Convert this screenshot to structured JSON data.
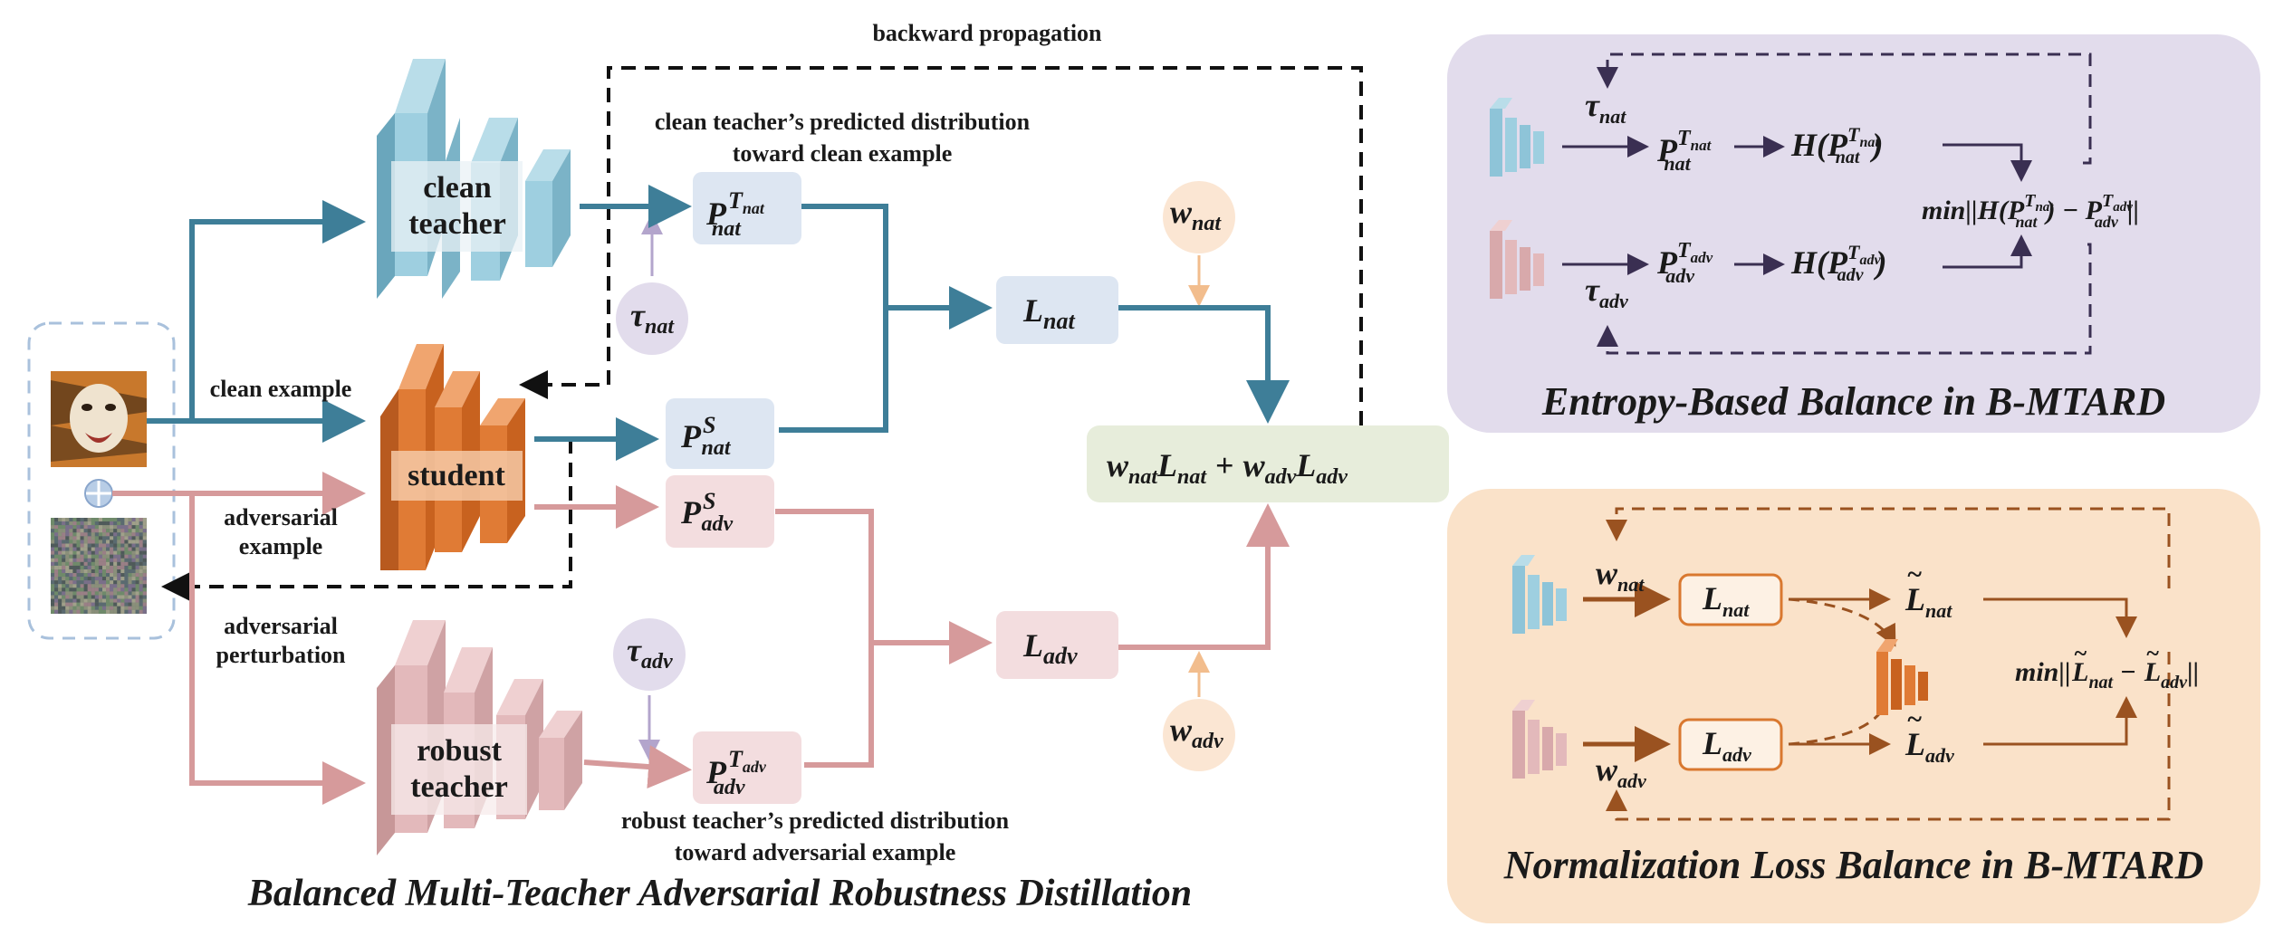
{
  "main": {
    "title": "Balanced Multi-Teacher Adversarial Robustness Distillation",
    "backward_label": "backward propagation",
    "clean_teacher_line1": "clean",
    "clean_teacher_line2": "teacher",
    "student_label": "student",
    "robust_teacher_line1": "robust",
    "robust_teacher_line2": "teacher",
    "clean_example_label": "clean example",
    "adversarial_example_line1": "adversarial",
    "adversarial_example_line2": "example",
    "adversarial_perturbation_line1": "adversarial",
    "adversarial_perturbation_line2": "perturbation",
    "clean_dist_line1": "clean teacher’s predicted distribution",
    "clean_dist_line2": "toward clean example",
    "robust_dist_line1": "robust teacher’s predicted distribution",
    "robust_dist_line2": "toward adversarial example",
    "plus_symbol": "+",
    "tau": "τ",
    "sub_nat": "nat",
    "sub_adv": "adv",
    "sup_S": "S",
    "sup_T": "T",
    "P": "P",
    "L": "L",
    "w": "w",
    "total_loss": "w",
    "total_loss_plus": "+"
  },
  "entropy_panel": {
    "title": "Entropy-Based Balance in B-MTARD",
    "H_open": "H(",
    "H_close": ")",
    "min_prefix": "min||H(",
    "min_mid": ") − ",
    "min_suffix": "||"
  },
  "norm_panel": {
    "title": "Normalization Loss Balance in B-MTARD",
    "min_prefix": "min||",
    "minus": " − ",
    "min_suffix": "||",
    "tilde": "~"
  },
  "colors": {
    "teal": "#3e7e98",
    "pink": "#d69a9b",
    "orange_student": "#e07b35",
    "clean_teacher": "#9ecfe0",
    "robust_teacher": "#e3b9bb",
    "lavender_panel": "#e2dcec",
    "peach_panel": "#fae2c9",
    "nat_box": "#dde6f2",
    "adv_box": "#f3dddf",
    "total_box": "#e7eddb",
    "tau_circle": "#e2dcec",
    "w_circle": "#fbe6d3"
  }
}
